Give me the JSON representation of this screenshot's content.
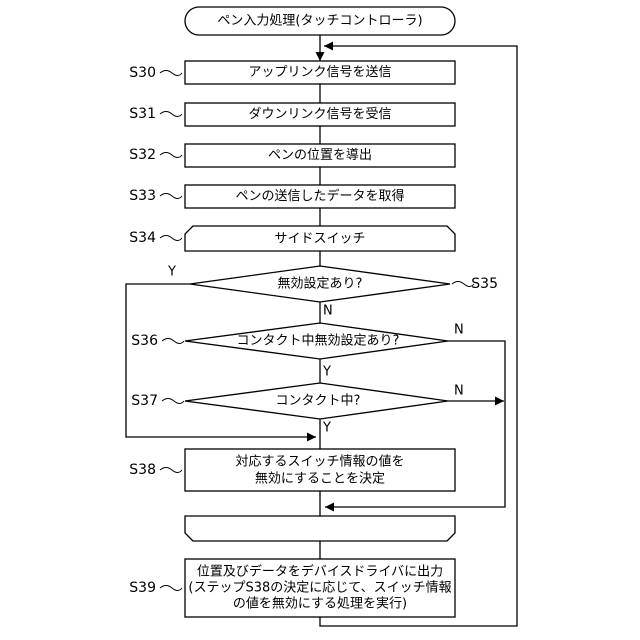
{
  "start": "ペン入力処理(タッチコントローラ)",
  "steps": {
    "s30": {
      "id": "S30",
      "label": "アップリンク信号を送信"
    },
    "s31": {
      "id": "S31",
      "label": "ダウンリンク信号を受信"
    },
    "s32": {
      "id": "S32",
      "label": "ペンの位置を導出"
    },
    "s33": {
      "id": "S33",
      "label": "ペンの送信したデータを取得"
    },
    "s34": {
      "id": "S34",
      "label": "サイドスイッチ"
    },
    "s35": {
      "id": "S35",
      "label": "無効設定あり?"
    },
    "s36": {
      "id": "S36",
      "label": "コンタクト中無効設定あり?"
    },
    "s37": {
      "id": "S37",
      "label": "コンタクト中?"
    },
    "s38": {
      "id": "S38",
      "line1": "対応するスイッチ情報の値を",
      "line2": "無効にすることを決定"
    },
    "s39": {
      "id": "S39",
      "line1": "位置及びデータをデバイスドライバに出力",
      "line2": "(ステップS38の決定に応じて、スイッチ情報",
      "line3": "の値を無効にする処理を実行)"
    }
  },
  "branches": {
    "yes": "Y",
    "no": "N"
  }
}
